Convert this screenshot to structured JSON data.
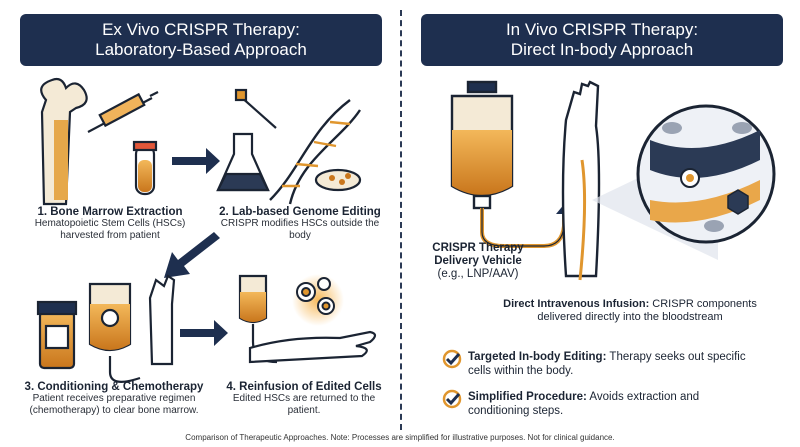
{
  "left": {
    "banner_line1": "Ex Vivo CRISPR Therapy:",
    "banner_line2": "Laboratory-Based Approach",
    "steps": [
      {
        "title": "1. Bone Marrow Extraction",
        "desc1": "Hematopoietic Stem Cells (HSCs)",
        "desc2": "harvested from patient"
      },
      {
        "title": "2. Lab-based Genome Editing",
        "desc1": "CRISPR modifies HSCs outside the",
        "desc2": "body"
      },
      {
        "title": "3. Conditioning & Chemotherapy",
        "desc1": "Patient receives preparative regimen",
        "desc2": "(chemotherapy) to clear bone marrow."
      },
      {
        "title": "4. Reinfusion of Edited Cells",
        "desc1": "Edited HSCs are returned to the",
        "desc2": "patient."
      }
    ]
  },
  "right": {
    "banner_line1": "In Vivo CRISPR Therapy:",
    "banner_line2": "Direct In-body Approach",
    "vehicle_line1": "CRISPR Therapy",
    "vehicle_line2": "Delivery Vehicle",
    "vehicle_line3": "(e.g., LNP/AAV)",
    "infusion_title": "Direct Intravenous Infusion:",
    "infusion_text": "CRISPR components",
    "infusion_line2": "delivered directly into the bloodstream",
    "bullets": [
      {
        "title": "Targeted In-body Editing:",
        "text": "Therapy seeks out specific",
        "line2": "cells within the body."
      },
      {
        "title": "Simplified Procedure:",
        "text": "Avoids extraction and",
        "line2": "conditioning steps."
      }
    ]
  },
  "footer": "Comparison of Therapeutic Approaches. Note: Processes are simplified for illustrative purposes. Not for clinical guidance.",
  "colors": {
    "navy": "#1e2f4f",
    "amber": "#e0962e",
    "check": "#e0962e"
  }
}
